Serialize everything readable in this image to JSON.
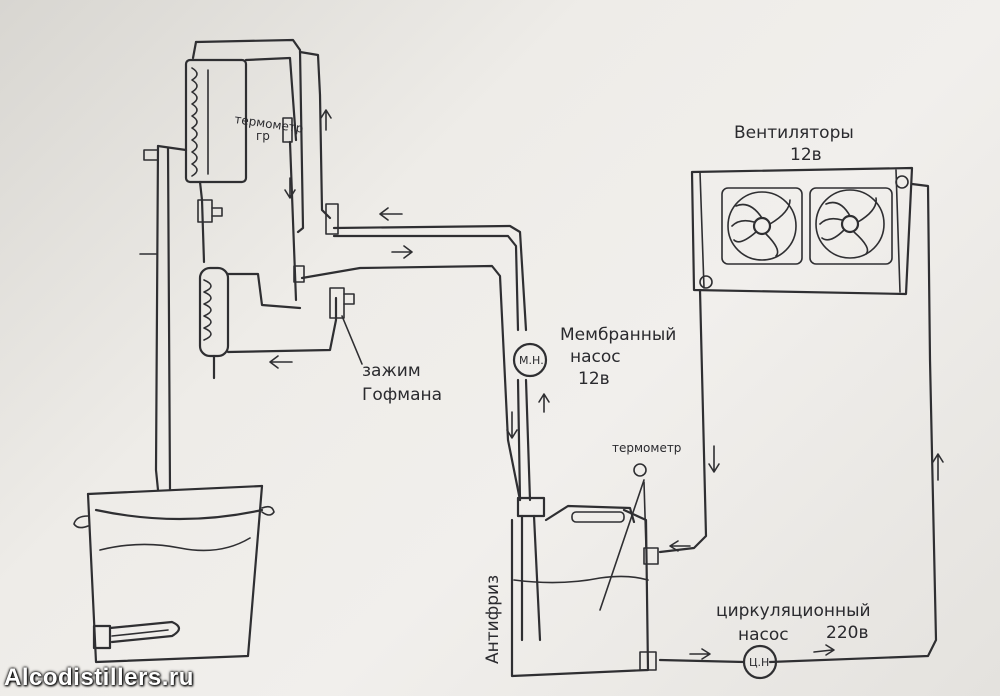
{
  "labels": {
    "fans": "Вентиляторы",
    "fans_voltage": "12в",
    "membrane_pump": "Мембранный",
    "membrane_pump_2": "насос",
    "membrane_pump_voltage": "12в",
    "membrane_pump_symbol": "М.Н.",
    "clamp_1": "зажим",
    "clamp_2": "Гофмана",
    "thermometer_top": "термометр",
    "thermometer_top_2": "гр",
    "thermometer_canister": "термометр",
    "antifreeze": "Антифриз",
    "circ_pump_1": "циркуляционный",
    "circ_pump_2": "насос",
    "circ_pump_voltage": "220в",
    "circ_pump_symbol": "Ц.Н"
  },
  "watermark": "Alcodistillers.ru",
  "colors": {
    "ink": "#2f2f32",
    "paper": "#eeece8",
    "watermark": "#ffffff"
  }
}
